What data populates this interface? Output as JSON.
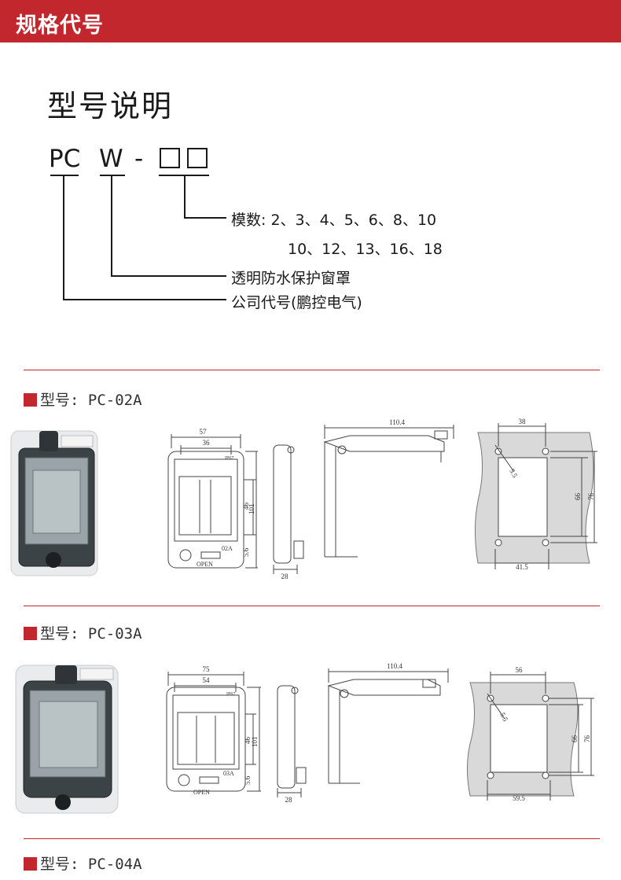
{
  "header": {
    "title": "规格代号"
  },
  "section": {
    "title": "型号说明"
  },
  "code": {
    "pc": "PC",
    "w": "W",
    "dash": "-"
  },
  "explanations": {
    "modules": "模数: 2、3、4、5、6、8、10",
    "modules_line2": "10、12、13、16、18",
    "cover": "透明防水保护窗罩",
    "company": "公司代号(鹏控电气)"
  },
  "products": [
    {
      "model_prefix": "型号:",
      "model": "PC-02A",
      "front": {
        "outer_w": "57",
        "inner_w": "36",
        "h_inner": "46",
        "h_outer": "101",
        "bottom": "5.6",
        "badge": "02A",
        "open": "OPEN",
        "rating": "IP67"
      },
      "side": {
        "depth": "28"
      },
      "top": {
        "length": "110.4"
      },
      "cutout": {
        "top_w": "38",
        "hole": "5.5",
        "h1": "66",
        "h2": "76",
        "bottom_w": "41.5"
      }
    },
    {
      "model_prefix": "型号:",
      "model": "PC-03A",
      "front": {
        "outer_w": "75",
        "inner_w": "54",
        "h_inner": "46",
        "h_outer": "101",
        "bottom": "5.6",
        "badge": "03A",
        "open": "OPEN",
        "rating": "IP67"
      },
      "side": {
        "depth": "28"
      },
      "top": {
        "length": "110.4"
      },
      "cutout": {
        "top_w": "56",
        "hole": "5.5",
        "h1": "66",
        "h2": "76",
        "bottom_w": "59.5"
      }
    },
    {
      "model_prefix": "型号:",
      "model": "PC-04A"
    }
  ]
}
